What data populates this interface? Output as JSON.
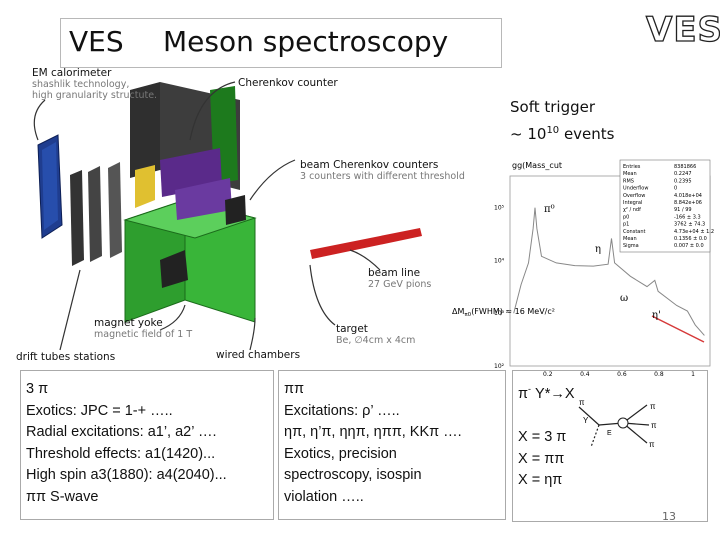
{
  "header": {
    "title_left": "VES",
    "title_main": "Meson spectroscopy",
    "logo_text": "VES"
  },
  "trigger": {
    "line1": "Soft trigger",
    "line2_prefix": "~ 10",
    "line2_exp": "10",
    "line2_suffix": " events"
  },
  "apparatus_labels": {
    "em_calorimeter": "EM calorimeter",
    "em_sub1": "shashlik technology,",
    "em_sub2": "high granularity structute.",
    "cherenkov_counter": "Cherenkov  counter",
    "beam_cherenkov": "beam Cherenkov counters",
    "beam_cherenkov_sub": "3 counters with different threshold",
    "beam_line": "beam line",
    "beam_line_sub": "27 GeV pions",
    "target": "target",
    "target_sub": "Be, ∅4cm x 4cm",
    "magnet_yoke": "magnet yoke",
    "magnet_sub": "magnetic field of 1 T",
    "drift_tubes": "drift tubes stations",
    "wired_chambers": "wired chambers"
  },
  "histogram": {
    "title": "gg(Mass_cut",
    "peak_pi0": "π⁰",
    "peak_eta": "η",
    "peak_omega": "ω",
    "peak_etaprime": "η'",
    "resolution_label": "ΔM",
    "resolution_sub": "π0",
    "resolution_text": "(FWHM) ≈ 16 MeV/c²",
    "stats": [
      [
        "Entries",
        "8381866"
      ],
      [
        "Mean",
        "0.2247"
      ],
      [
        "RMS",
        "0.2395"
      ],
      [
        "Underflow",
        "0"
      ],
      [
        "Overflow",
        "4.018e+04"
      ],
      [
        "Integral",
        "8.842e+06"
      ],
      [
        "χ² / ndf",
        "91 / 99"
      ],
      [
        "p0",
        "-166 ± 3.3"
      ],
      [
        "p1",
        "3762 ± 74.3"
      ],
      [
        "Constant",
        "4.73e+04 ± 1.2"
      ],
      [
        "Mean",
        "0.1356 ± 0.0"
      ],
      [
        "Sigma",
        "0.007 ± 0.0"
      ]
    ],
    "x_ticks": [
      "0.2",
      "0.4",
      "0.6",
      "0.8",
      "1"
    ],
    "y_ticks": [
      "10⁵",
      "10⁴",
      "10³",
      "10²"
    ],
    "series": [
      {
        "x": 0.02,
        "y": 1000
      },
      {
        "x": 0.06,
        "y": 3500
      },
      {
        "x": 0.1,
        "y": 9000
      },
      {
        "x": 0.125,
        "y": 40000
      },
      {
        "x": 0.135,
        "y": 100000
      },
      {
        "x": 0.145,
        "y": 40000
      },
      {
        "x": 0.17,
        "y": 12000
      },
      {
        "x": 0.25,
        "y": 9000
      },
      {
        "x": 0.35,
        "y": 8000
      },
      {
        "x": 0.45,
        "y": 7800
      },
      {
        "x": 0.53,
        "y": 8500
      },
      {
        "x": 0.548,
        "y": 26000
      },
      {
        "x": 0.565,
        "y": 9000
      },
      {
        "x": 0.65,
        "y": 5000
      },
      {
        "x": 0.74,
        "y": 3200
      },
      {
        "x": 0.782,
        "y": 4200
      },
      {
        "x": 0.8,
        "y": 2600
      },
      {
        "x": 0.9,
        "y": 1400
      },
      {
        "x": 0.958,
        "y": 1100
      },
      {
        "x": 1.0,
        "y": 600
      },
      {
        "x": 1.05,
        "y": 380
      }
    ]
  },
  "box1": {
    "lines": [
      "3 π",
      "Exotics:  JPC = 1-+ …..",
      "Radial excitations: a1’, a2’ ….",
      "Threshold effects:  a1(1420)...",
      "High spin a3(1880): a4(2040)...",
      " ππ S-wave"
    ]
  },
  "box2": {
    "lines": [
      "ππ",
      "Excitations: ρ’ …..",
      "ηπ,  η’π, ηηπ, ηππ, KKπ ….",
      "Exotics, precision",
      "spectroscopy, isospin",
      "violation ….."
    ]
  },
  "box3": {
    "reaction_a": "π",
    "reaction_sup": "-",
    "reaction_b": " Y*→X",
    "channels": [
      "X = 3 π",
      "X = ππ",
      "X = ηπ"
    ],
    "feynman_labels": [
      "π",
      "π",
      "π",
      "Y",
      "E",
      "π"
    ]
  },
  "page_number": "13",
  "colors": {
    "magnet_green": "#2e9e2e",
    "calorimeter_blue": "#1f3d8f",
    "beam_red": "#cc2222",
    "detector_purple": "#5a2a8a"
  }
}
